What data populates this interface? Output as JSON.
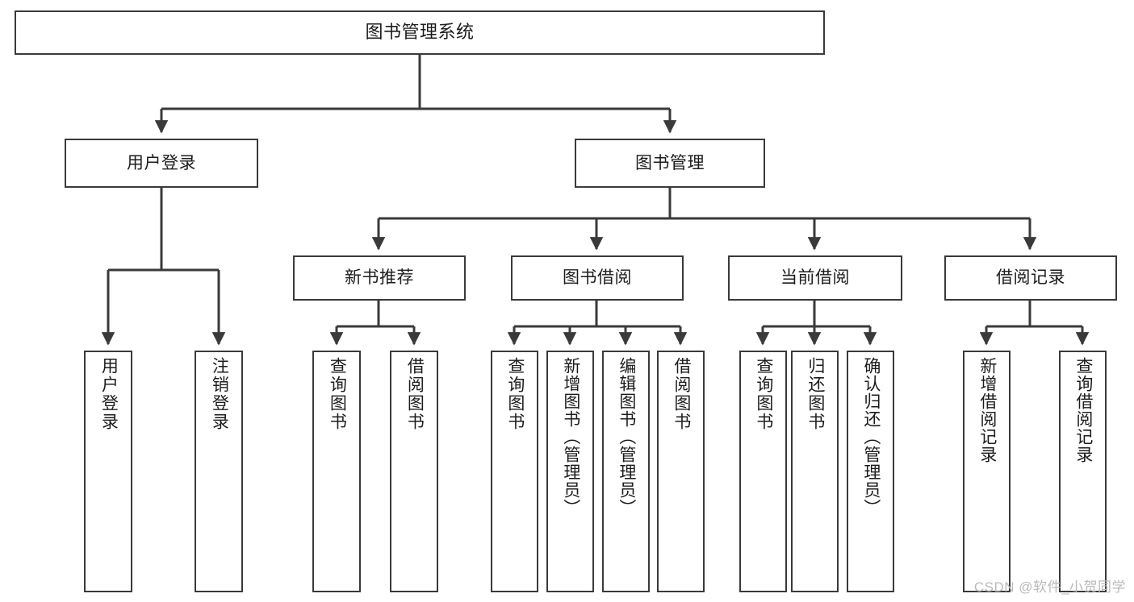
{
  "diagram": {
    "title": "图书管理系统",
    "type": "tree-hierarchy",
    "root": {
      "id": "root",
      "label": "图书管理系统"
    },
    "level2": [
      {
        "id": "user-login",
        "label": "用户登录"
      },
      {
        "id": "book-manage",
        "label": "图书管理"
      }
    ],
    "level3": [
      {
        "id": "new-book-rec",
        "label": "新书推荐"
      },
      {
        "id": "book-borrow",
        "label": "图书借阅"
      },
      {
        "id": "current-borrow",
        "label": "当前借阅"
      },
      {
        "id": "borrow-record",
        "label": "借阅记录"
      }
    ],
    "leaves": [
      {
        "id": "leaf-user-login",
        "label": "用户登录",
        "parent": "user-login"
      },
      {
        "id": "leaf-logout-login",
        "label": "注销登录",
        "parent": "user-login"
      },
      {
        "id": "leaf-query-book-1",
        "label": "查询图书",
        "parent": "new-book-rec"
      },
      {
        "id": "leaf-borrow-book-1",
        "label": "借阅图书",
        "parent": "new-book-rec"
      },
      {
        "id": "leaf-query-book-2",
        "label": "查询图书",
        "parent": "book-borrow"
      },
      {
        "id": "leaf-add-book",
        "label": "新增图书（管理员）",
        "parent": "book-borrow"
      },
      {
        "id": "leaf-edit-book",
        "label": "编辑图书（管理员）",
        "parent": "book-borrow"
      },
      {
        "id": "leaf-borrow-book-2",
        "label": "借阅图书",
        "parent": "book-borrow"
      },
      {
        "id": "leaf-query-book-3",
        "label": "查询图书",
        "parent": "current-borrow"
      },
      {
        "id": "leaf-return-book",
        "label": "归还图书",
        "parent": "current-borrow"
      },
      {
        "id": "leaf-confirm-return",
        "label": "确认归还（管理员）",
        "parent": "current-borrow"
      },
      {
        "id": "leaf-add-record",
        "label": "新增借阅记录",
        "parent": "borrow-record"
      },
      {
        "id": "leaf-query-record",
        "label": "查询借阅记录",
        "parent": "borrow-record"
      }
    ],
    "colors": {
      "stroke": "#3a3a3a",
      "fill": "#ffffff",
      "text": "#1c1c1c",
      "watermark": "#b9b9b9"
    }
  },
  "watermark": {
    "text": "CSDN @软件_小贺同学"
  }
}
